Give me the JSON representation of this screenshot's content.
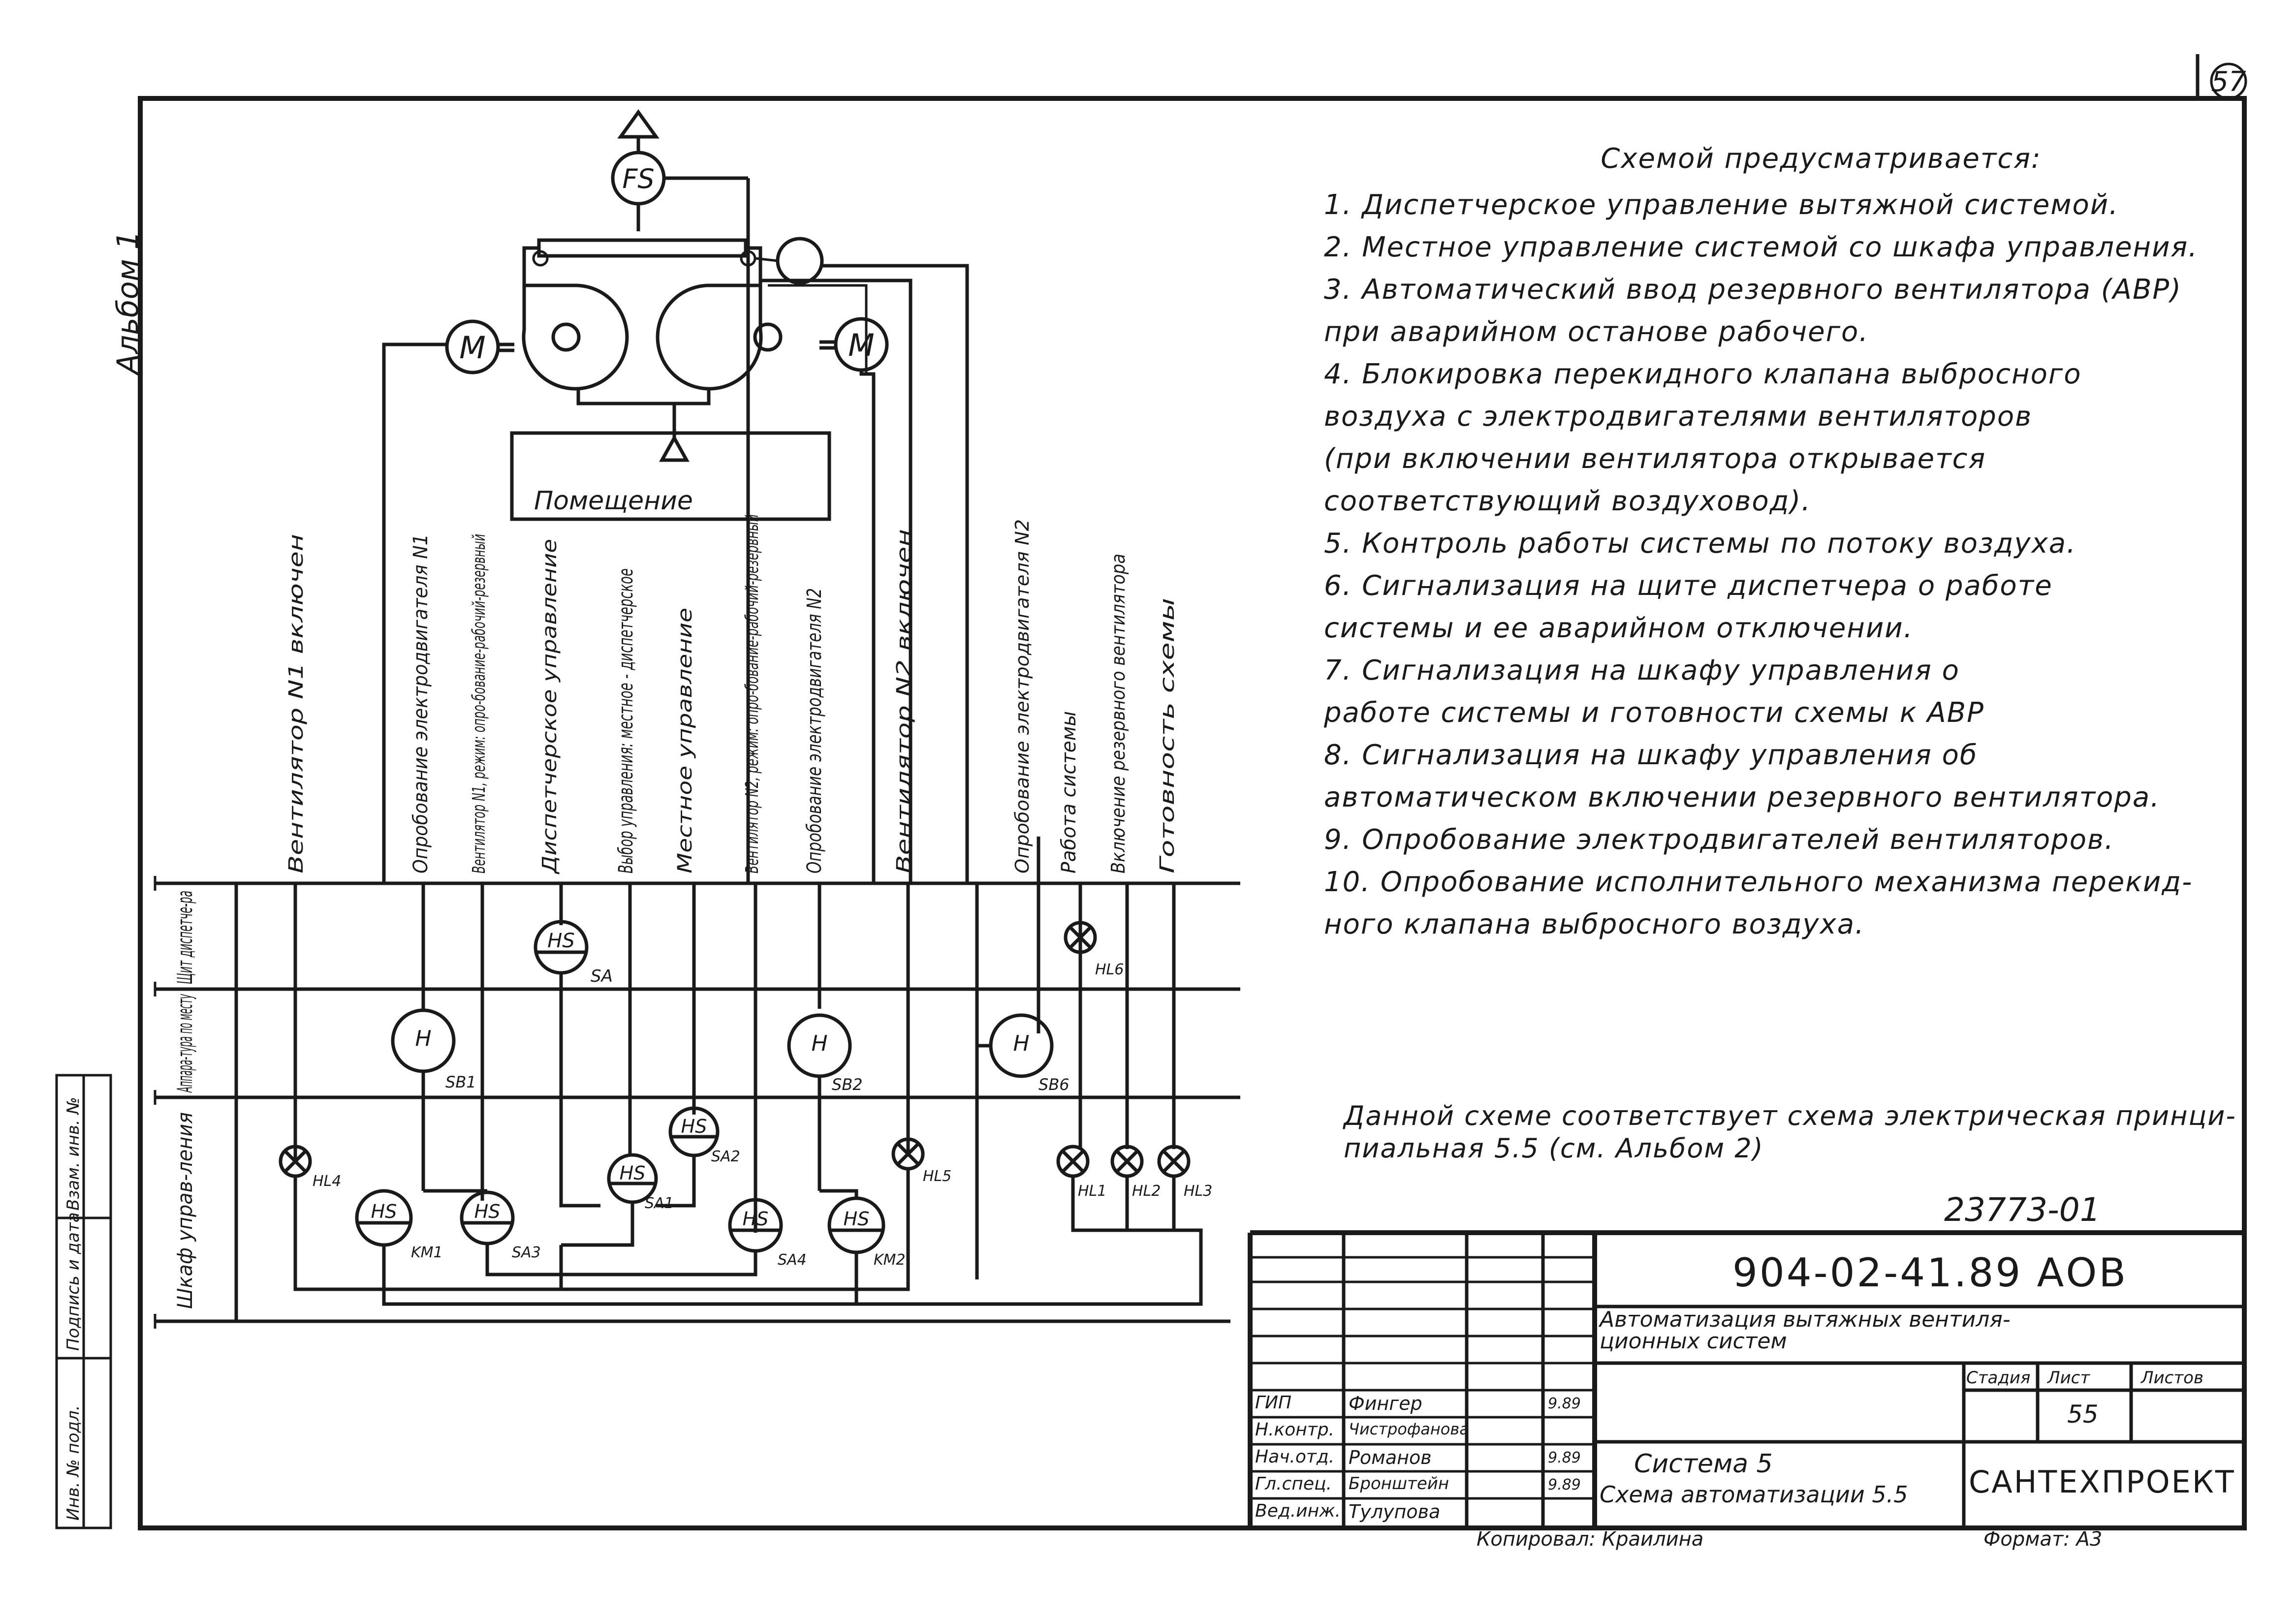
{
  "sheet": {
    "page_number": "57",
    "album_label": "Альбом 1",
    "left_stamp": [
      "Инв. № подл.",
      "Подпись и дата",
      "Взам. инв. №"
    ]
  },
  "diagram": {
    "sensor_label": "FS",
    "motor_label": "M",
    "room_label": "Помещение",
    "rows": [
      "Щит диспетче-ра",
      "Аппара-тура по месту",
      "Шкаф управ-ления"
    ],
    "signals": [
      "Вентилятор N1 включен",
      "Опробование электродвигателя N1",
      "Вентилятор N1, режим: опро-бование-рабочий-резервный",
      "Диспетчерское управление",
      "Выбор управления: местное - диспетчерское",
      "Местное управление",
      "Вентилятор N2, режим: опро-бование-рабочий-резервный",
      "Опробование электродвигателя N2",
      "Вентилятор N2 включен",
      "Опробование электродвигателя N2",
      "Работа системы",
      "Включение резервного вентилятора",
      "Готовность схемы"
    ],
    "devices": {
      "HS": "HS",
      "H": "H",
      "SA": "SA",
      "SB1": "SB1",
      "SB2": "SB2",
      "SB6": "SB6",
      "SA1": "SA1",
      "SA2": "SA2",
      "SA3": "SA3",
      "SA4": "SA4",
      "KM1": "KM1",
      "KM2": "KM2",
      "HL1": "HL1",
      "HL2": "HL2",
      "HL3": "HL3",
      "HL4": "HL4",
      "HL5": "HL5",
      "HL6": "HL6"
    }
  },
  "notes": {
    "header": "Схемой предусматривается:",
    "items": [
      "1. Диспетчерское управление вытяжной системой.",
      "2. Местное управление системой со шкафа управления.",
      "3. Автоматический ввод резервного вентилятора (АВР)\n    при аварийном останове рабочего.",
      "4. Блокировка перекидного клапана выбросного\n    воздуха с электродвигателями вентиляторов\n    (при включении вентилятора открывается\n    соответствующий воздуховод).",
      "5. Контроль работы системы по потоку воздуха.",
      "6. Сигнализация на щите диспетчера о работе\n    системы и ее аварийном отключении.",
      "7. Сигнализация на шкафу управления о\n    работе системы и готовности схемы к АВР",
      "8. Сигнализация на шкафу управления об\n    автоматическом включении резервного вентилятора.",
      "9. Опробование электродвигателей вентиляторов.",
      "10. Опробование исполнительного механизма перекид-\n    ного клапана выбросного воздуха."
    ],
    "correspondence": "Данной схеме соответствует схема электрическая принци-\nпиальная  5.5            (см. Альбом 2)"
  },
  "title_block": {
    "inventory": "23773-01",
    "code": "904-02-41.89   АОВ",
    "project": "Автоматизация вытяжных вентиля-\nционных систем",
    "headers": [
      "Стадия",
      "Лист",
      "Листов"
    ],
    "sheet_no": "55",
    "system": "Система 5",
    "drawing": "Схема автоматизации 5.5",
    "org": "САНТЕХПРОЕКТ",
    "roles": [
      "ГИП",
      "Н.контр.",
      "Нач.отд.",
      "Гл.спец.",
      "Вед.инж."
    ],
    "names": [
      "Фингер",
      "Чистрофанова",
      "Романов",
      "Бронштейн",
      "Тулупова"
    ],
    "dates": [
      "9.89",
      "",
      "9.89",
      "9.89",
      ""
    ],
    "copied": "Копировал: Краилина",
    "format": "Формат: А3"
  }
}
